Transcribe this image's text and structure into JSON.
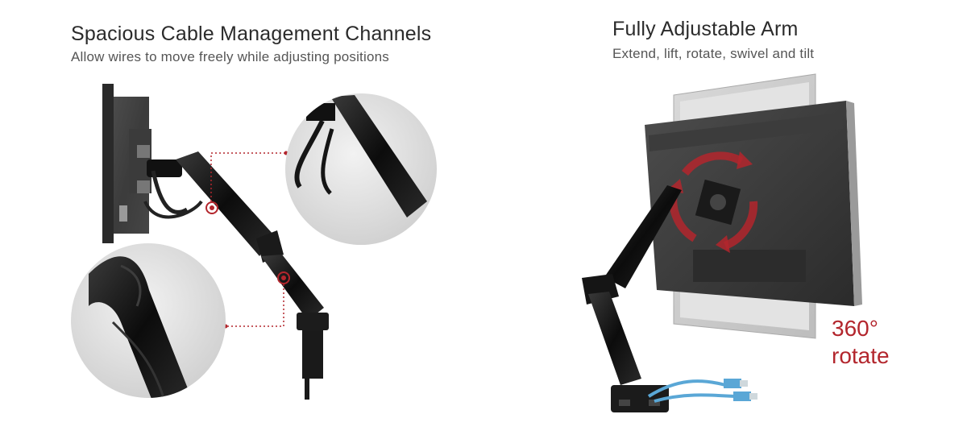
{
  "left_panel": {
    "title": "Spacious Cable Management Channels",
    "subtitle": "Allow wires to move freely while adjusting positions"
  },
  "right_panel": {
    "title": "Fully Adjustable Arm",
    "subtitle": "Extend, lift, rotate, swivel and tilt",
    "rotate_degree": "360°",
    "rotate_word": "rotate"
  },
  "colors": {
    "accent": "#b3262d",
    "heading": "#2b2b2b",
    "subheading": "#555555",
    "circle_bg": "#e6e6e6",
    "arm": "#141414",
    "cable": "#5aa7d6"
  }
}
